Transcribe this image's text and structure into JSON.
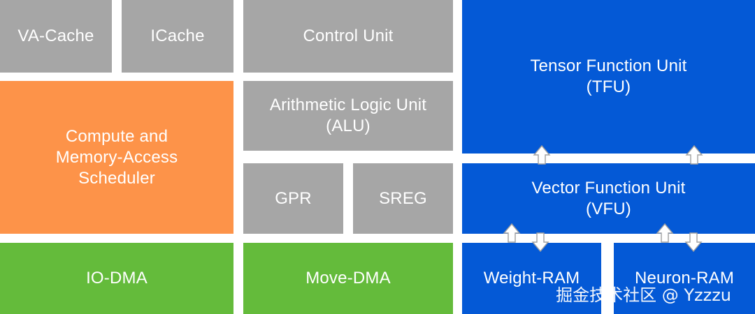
{
  "blocks": {
    "va_cache": "VA-Cache",
    "icache": "ICache",
    "control_unit": "Control Unit",
    "alu_line1": "Arithmetic Logic Unit",
    "alu_line2": "(ALU)",
    "gpr": "GPR",
    "sreg": "SREG",
    "scheduler_line1": "Compute and",
    "scheduler_line2": "Memory-Access",
    "scheduler_line3": "Scheduler",
    "io_dma": "IO-DMA",
    "move_dma": "Move-DMA",
    "tfu_line1": "Tensor Function Unit",
    "tfu_line2": "(TFU)",
    "vfu_line1": "Vector Function Unit",
    "vfu_line2": "(VFU)",
    "weight_ram": "Weight-RAM",
    "neuron_ram": "Neuron-RAM"
  },
  "watermark": "掘金技术社区 @ Yzzzu",
  "colors": {
    "gray": "#a6a6a6",
    "orange": "#fd9349",
    "green": "#64bb3b",
    "blue": "#0459d6"
  }
}
